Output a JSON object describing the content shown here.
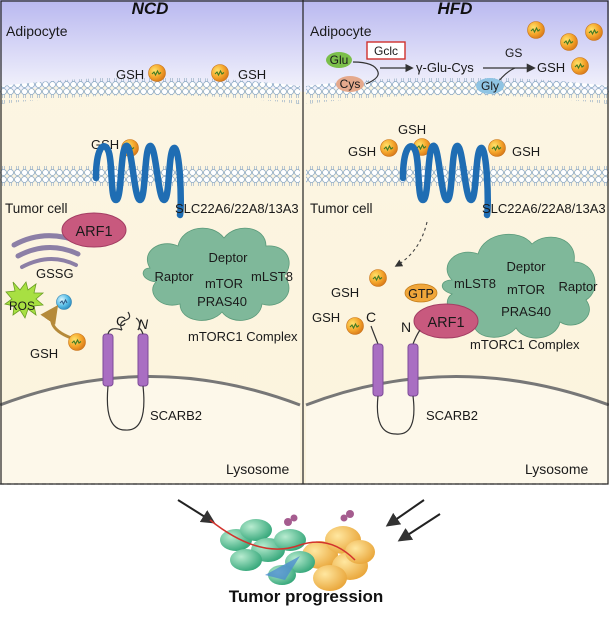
{
  "panels": {
    "ncd": {
      "title": "NCD",
      "adipocyte": "Adipocyte",
      "gsh": "GSH",
      "tumor_cell": "Tumor cell",
      "transporter": "SLC22A6/22A8/13A3",
      "arf1": "ARF1",
      "gssg": "GSSG",
      "ros": "ROS",
      "mtorc1": {
        "deptor": "Deptor",
        "raptor": "Raptor",
        "mtor": "mTOR",
        "mlst8": "mLST8",
        "pras40": "PRAS40",
        "complex": "mTORC1 Complex"
      },
      "c": "C",
      "n": "N",
      "scarb2": "SCARB2",
      "lysosome": "Lysosome"
    },
    "hfd": {
      "title": "HFD",
      "adipocyte": "Adipocyte",
      "glu": "Glu",
      "gclc": "Gclc",
      "cys": "Cys",
      "gamma": "γ-Glu-Cys",
      "gs": "GS",
      "gly": "Gly",
      "gsh": "GSH",
      "tumor_cell": "Tumor cell",
      "transporter": "SLC22A6/22A8/13A3",
      "gtp": "GTP",
      "arf1": "ARF1",
      "mtorc1": {
        "deptor": "Deptor",
        "raptor": "Raptor",
        "mtor": "mTOR",
        "mlst8": "mLST8",
        "pras40": "PRAS40",
        "complex": "mTORC1 Complex"
      },
      "c": "C",
      "n": "N",
      "scarb2": "SCARB2",
      "lysosome": "Lysosome"
    }
  },
  "outcome": "Tumor progression",
  "colors": {
    "membrane_blue": "#a8c7e6",
    "transporter": "#1f6db3",
    "arf1": "#c8597e",
    "mtorc1": "#7fb89a",
    "scarb2": "#a96ec2",
    "glu": "#7bbf4a",
    "cys": "#e5a98c",
    "gly": "#8fc4e3",
    "gtp": "#f0a63a",
    "gclc_box": "#d0312d"
  },
  "icons": [
    "gsh-sphere-icon",
    "ros-burst-icon",
    "arrow-icon",
    "tumor-cluster-icon"
  ]
}
